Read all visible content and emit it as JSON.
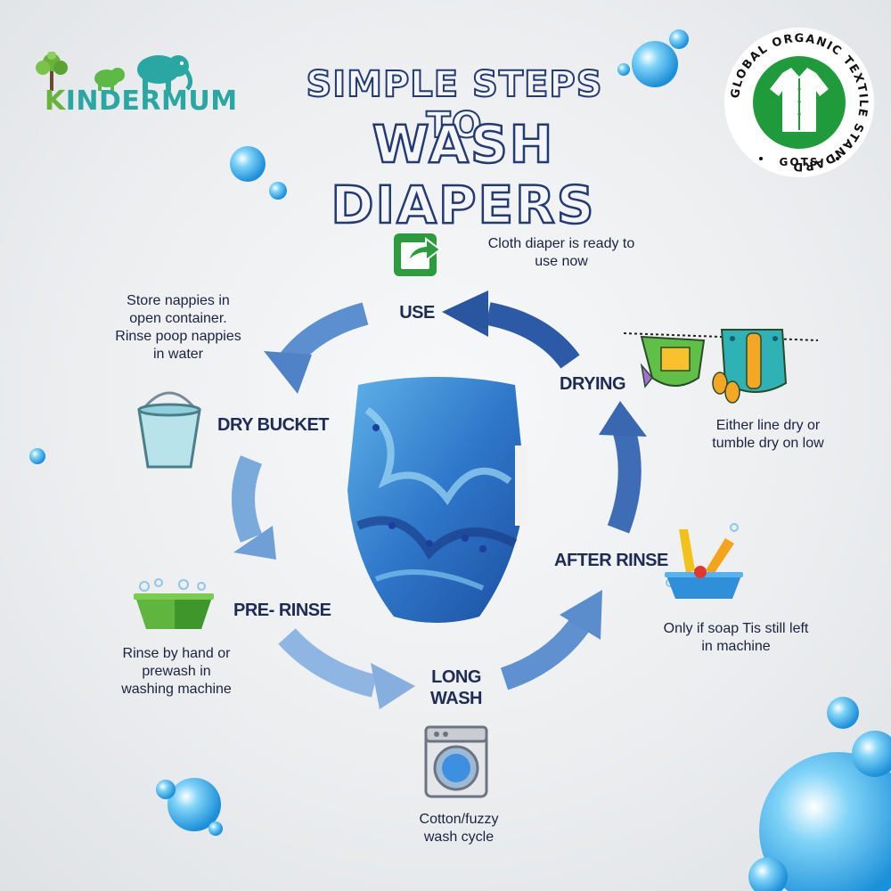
{
  "brand": {
    "name": "KINDERMUM"
  },
  "title": {
    "line1": "SIMPLE STEPS TO",
    "line2": "WASH DIAPERS"
  },
  "badge": {
    "ring_text": "GLOBAL ORGANIC TEXTILE STANDARD",
    "bottom_text": "GOTS"
  },
  "steps": {
    "use": {
      "label": "USE",
      "desc_lines": [
        "Cloth diaper is ready to",
        "use now"
      ]
    },
    "dry_bucket": {
      "label": "DRY BUCKET",
      "desc_lines": [
        "Store nappies in",
        "open container.",
        "Rinse poop nappies",
        "in water"
      ]
    },
    "pre_rinse": {
      "label": "PRE- RINSE",
      "desc_lines": [
        "Rinse by hand or",
        "prewash in",
        "washing machine"
      ]
    },
    "long_wash": {
      "label_lines": [
        "LONG",
        "WASH"
      ],
      "desc_lines": [
        "Cotton/fuzzy",
        "wash cycle"
      ]
    },
    "after_rinse": {
      "label": "AFTER RINSE",
      "desc_lines": [
        "Only if soap Tis still left",
        "in machine"
      ]
    },
    "drying": {
      "label": "DRYING",
      "desc_lines": [
        "Either line dry or",
        "tumble dry on low"
      ]
    }
  },
  "colors": {
    "title_outline": "#233a72",
    "arrow_light": "#8fb6e2",
    "arrow_dark": "#2d5aa6",
    "gots_green": "#1f9b3b",
    "brand_green": "#6ab23e",
    "brand_teal": "#2aa7a3"
  }
}
